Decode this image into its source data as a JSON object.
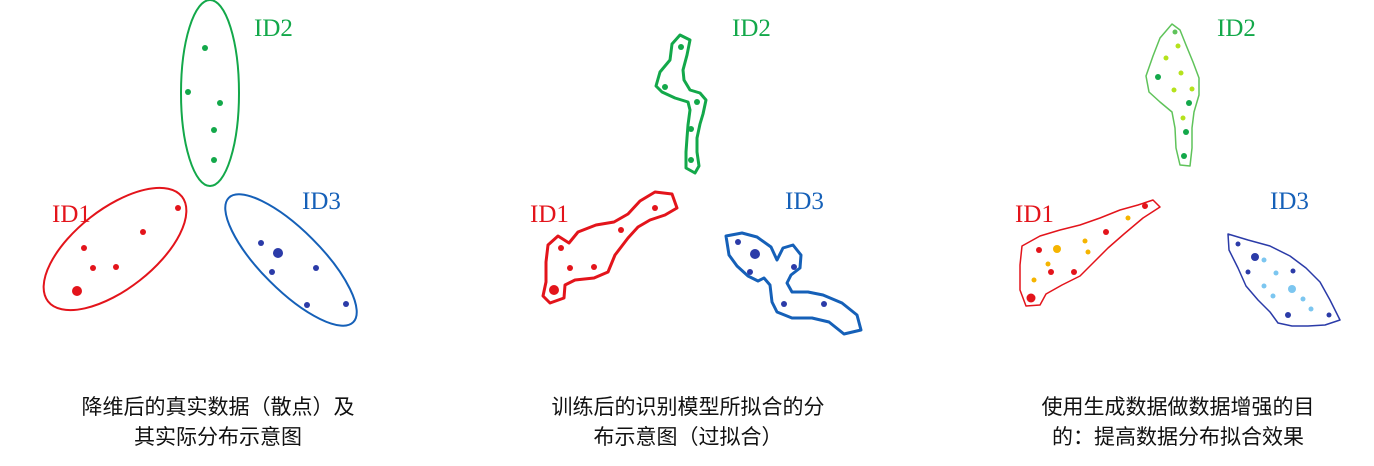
{
  "colors": {
    "red": "#e3141b",
    "green": "#13a84a",
    "blue": "#1560b8",
    "light_green": "#5fc35a",
    "yellow_green": "#b5e21c",
    "orange": "#f5b400",
    "light_blue": "#7cc6f0",
    "dark_blue": "#2b3ba8"
  },
  "panels": [
    {
      "labels": {
        "id1": "ID1",
        "id2": "ID2",
        "id3": "ID3"
      },
      "caption": {
        "line1": "降维后的真实数据（散点）及",
        "line2": "其实际分布示意图"
      }
    },
    {
      "labels": {
        "id1": "ID1",
        "id2": "ID2",
        "id3": "ID3"
      },
      "caption": {
        "line1": "训练后的识别模型所拟合的分",
        "line2": "布示意图（过拟合）"
      }
    },
    {
      "labels": {
        "id1": "ID1",
        "id2": "ID2",
        "id3": "ID3"
      },
      "caption": {
        "line1": "使用生成数据做数据增强的目",
        "line2": "的：提高数据分布拟合效果"
      }
    }
  ]
}
